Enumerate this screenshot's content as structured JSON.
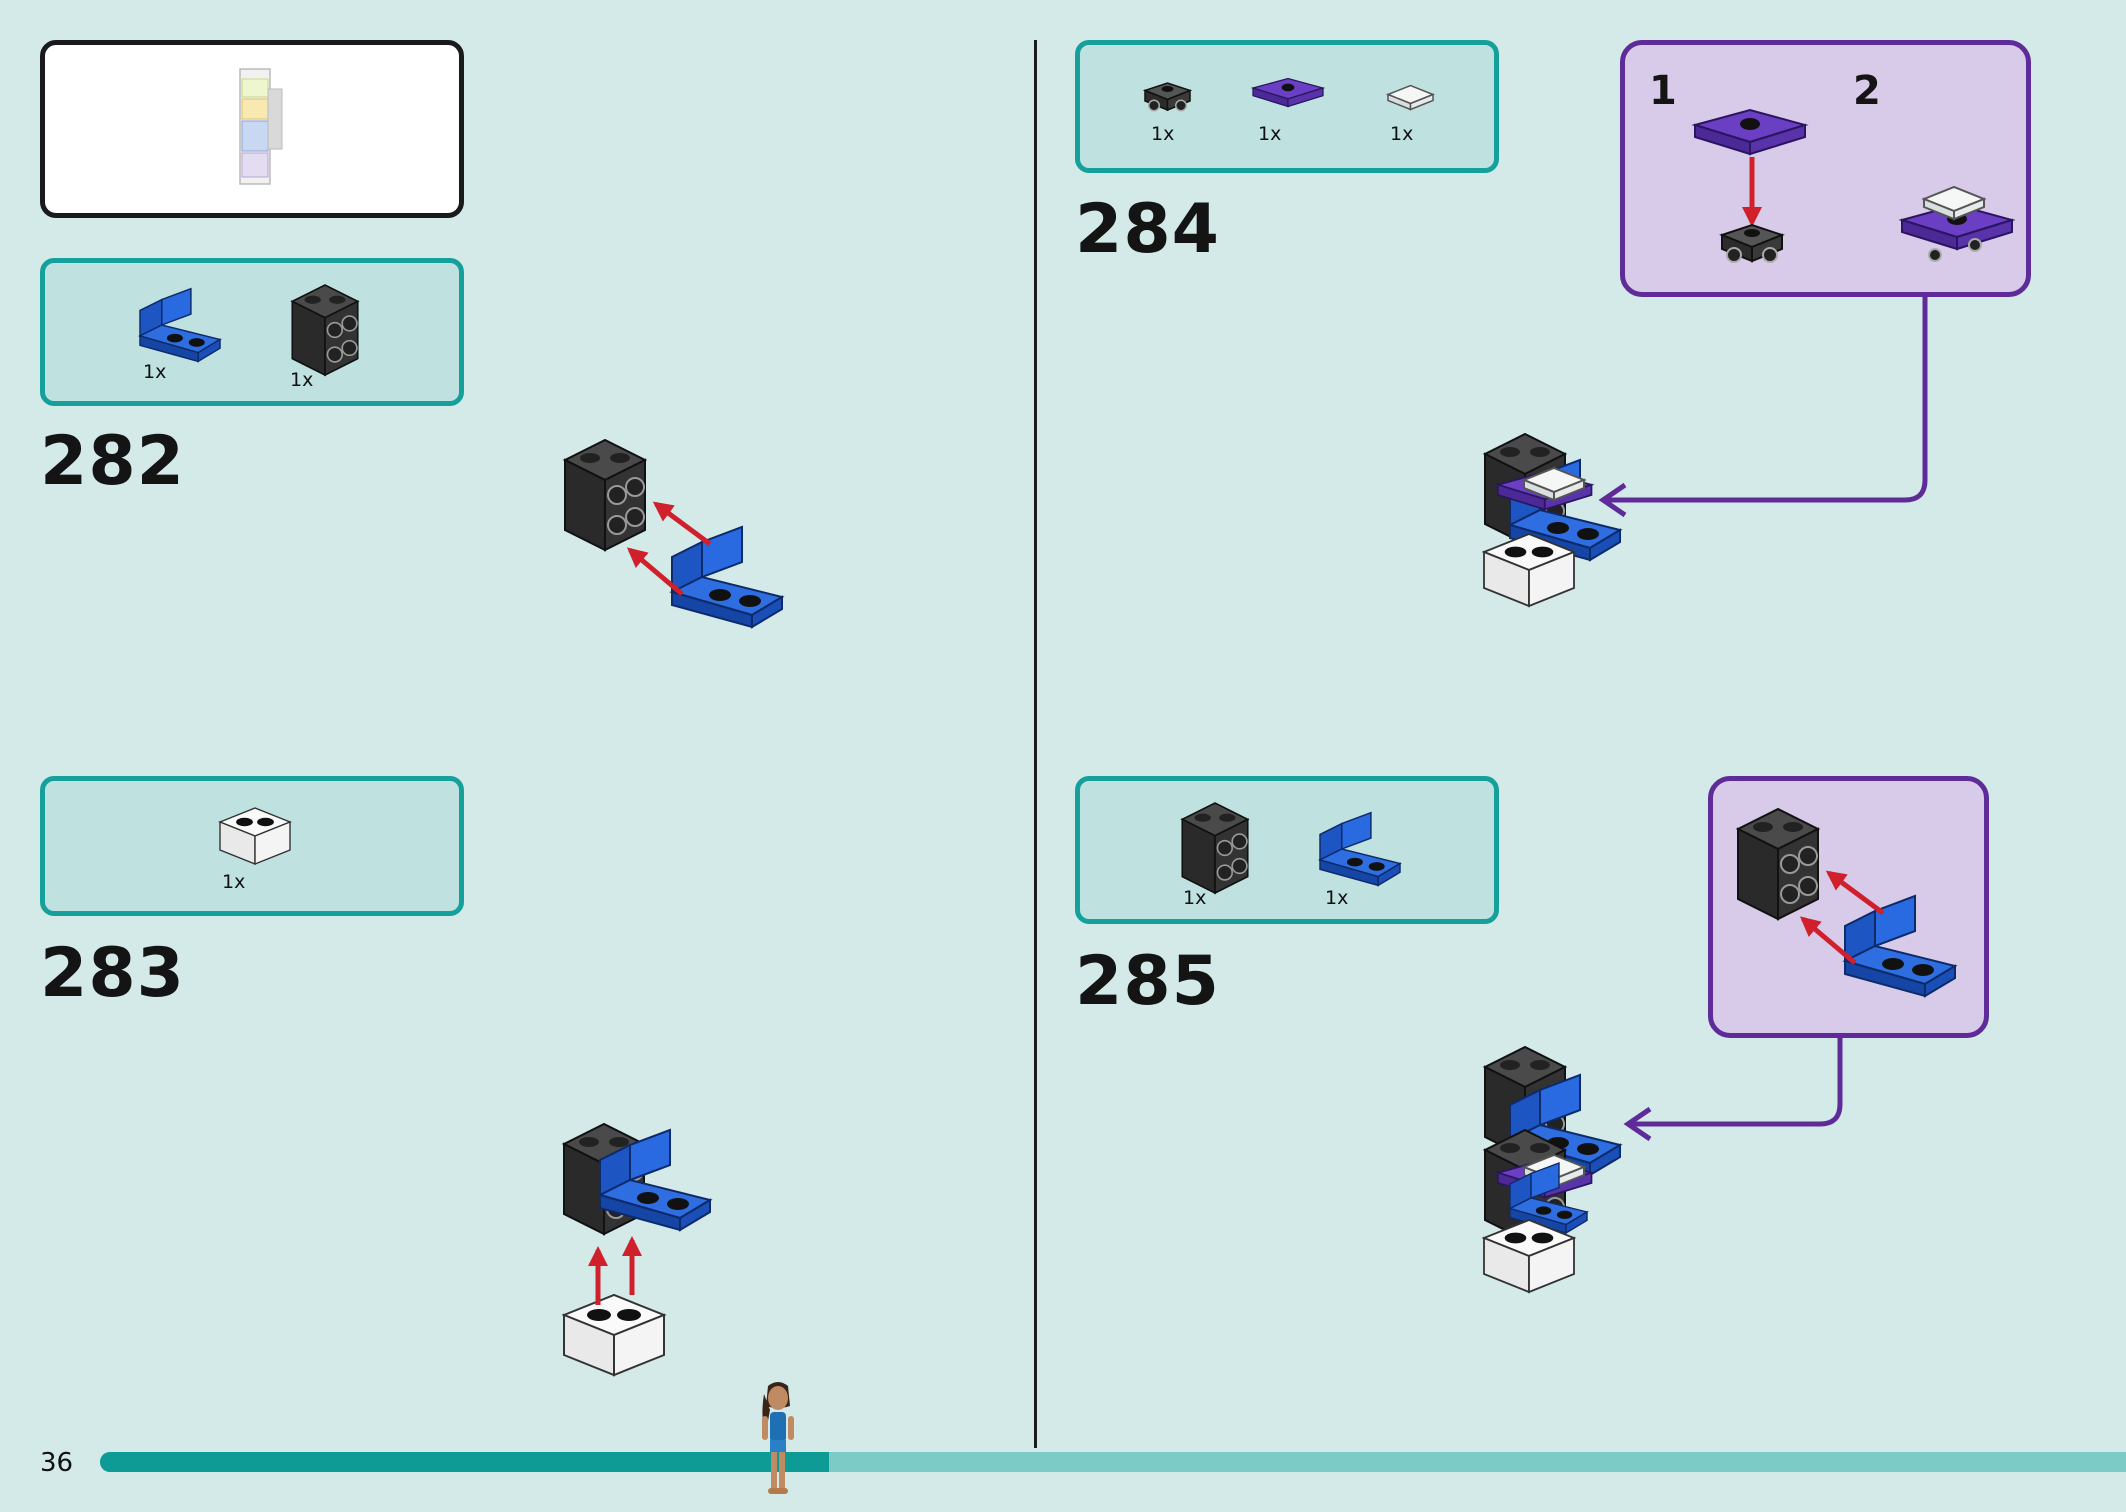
{
  "page": {
    "number": "36",
    "progress_percent": 36,
    "colors": {
      "background": "#d3eae9",
      "parts_panel": "#bfe2e1",
      "parts_border": "#15a09b",
      "subassembly_bg": "#d8cbe9",
      "subassembly_border": "#5f2b99",
      "arrow": "#d0202c",
      "progress_done": "#0f9b95",
      "progress_todo": "#7ccbc6"
    }
  },
  "steps": {
    "s282": {
      "number": "282",
      "parts": [
        {
          "icon": "blue-bracket-1x2",
          "qty": "1x"
        },
        {
          "icon": "black-brick-2x2-side-studs",
          "qty": "1x"
        }
      ]
    },
    "s283": {
      "number": "283",
      "parts": [
        {
          "icon": "white-brick-1x2",
          "qty": "1x"
        }
      ]
    },
    "s284": {
      "number": "284",
      "parts": [
        {
          "icon": "black-wheel-holder",
          "qty": "1x"
        },
        {
          "icon": "purple-plate-jumper",
          "qty": "1x"
        },
        {
          "icon": "clear-tile-1x1",
          "qty": "1x"
        }
      ],
      "sub_steps": [
        "1",
        "2"
      ]
    },
    "s285": {
      "number": "285",
      "parts": [
        {
          "icon": "black-brick-2x2-side-studs",
          "qty": "1x"
        },
        {
          "icon": "blue-bracket-1x2",
          "qty": "1x"
        }
      ]
    }
  }
}
